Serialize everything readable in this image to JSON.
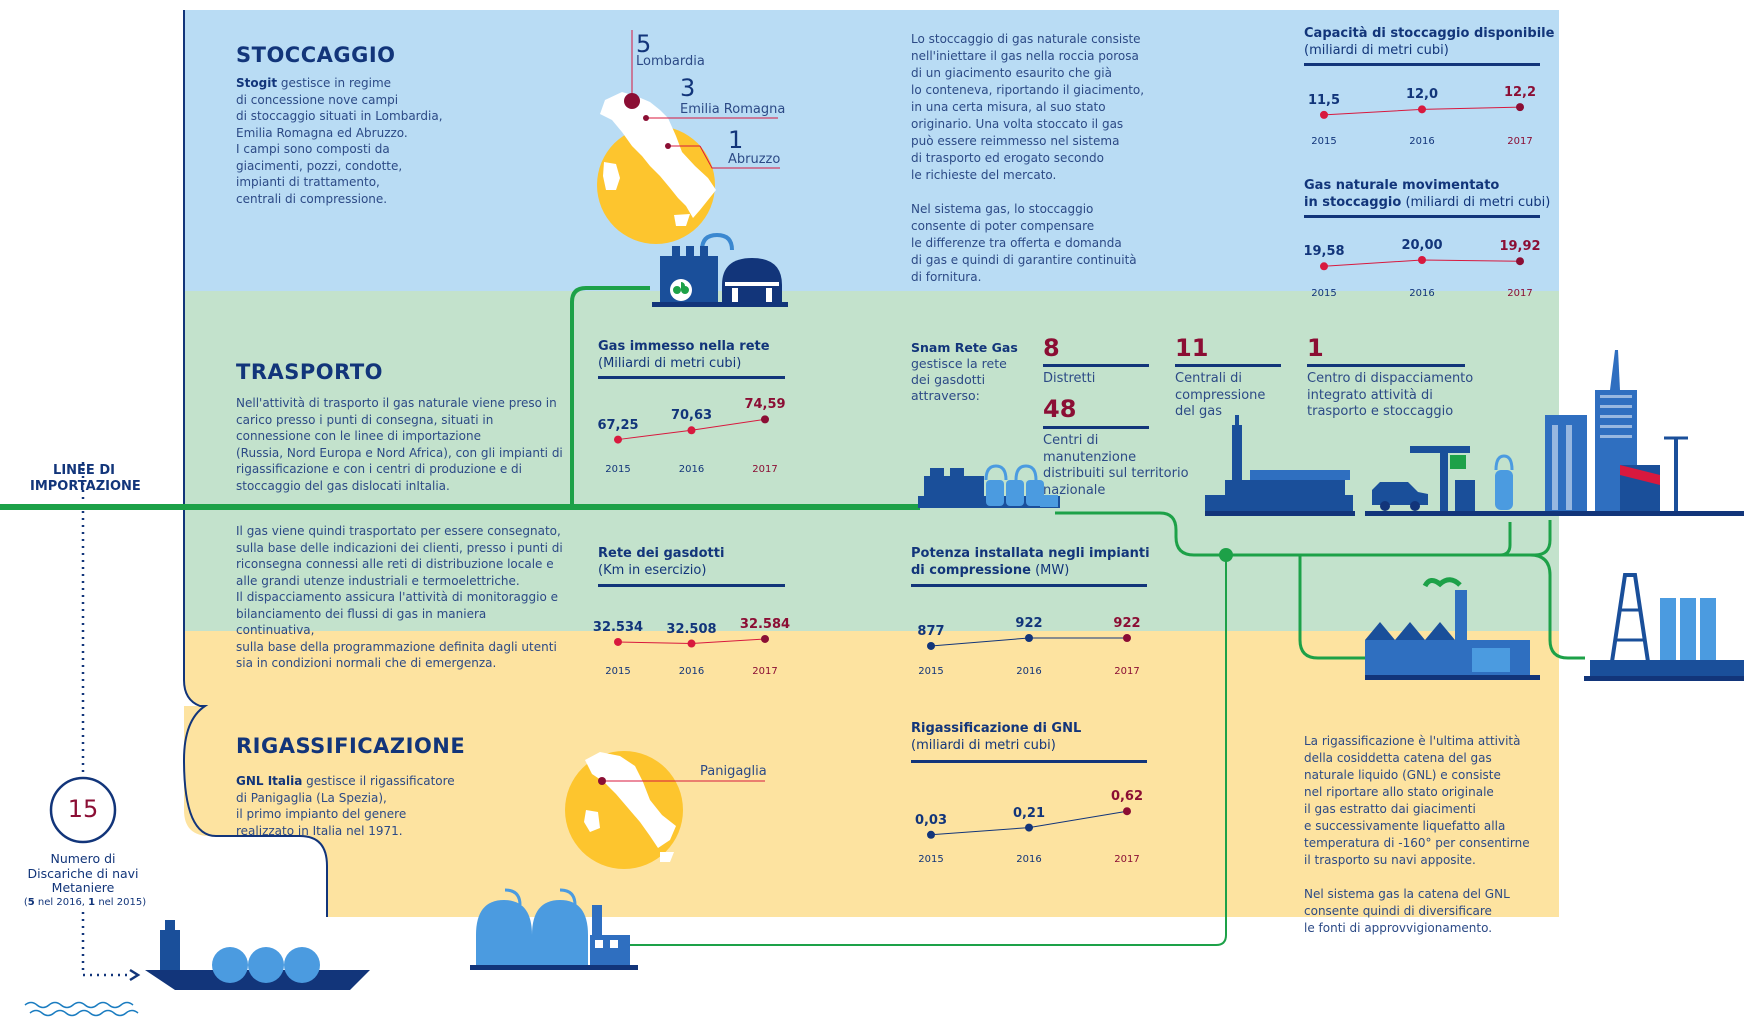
{
  "colors": {
    "stoccaggio_bg": "#b9dcf4",
    "trasporto_bg": "#c3e2cc",
    "rigass_bg": "#fde3a0",
    "navy": "#12357a",
    "pipe_green": "#1da148",
    "accent_red": "#8b0e34",
    "italy_sun": "#fdc52e"
  },
  "stoccaggio": {
    "title": "STOCCAGGIO",
    "intro_bold": "Stogit",
    "intro_lines": [
      " gestisce in regime",
      "di concessione nove campi",
      "di stoccaggio situati in Lombardia,",
      "Emilia Romagna ed Abruzzo.",
      "I campi sono composti da",
      "giacimenti, pozzi, condotte,",
      "impianti di trattamento,",
      "centrali di compressione."
    ],
    "map": {
      "lombardia_num": "5",
      "lombardia_label": "Lombardia",
      "emilia_num": "3",
      "emilia_label": "Emilia Romagna",
      "abruzzo_num": "1",
      "abruzzo_label": "Abruzzo"
    },
    "description_lines": [
      "Lo stoccaggio di gas naturale consiste",
      "nell'iniettare il gas nella roccia porosa",
      "di un giacimento esaurito che già",
      "lo conteneva, riportando il giacimento,",
      "in una certa misura, al suo stato",
      "originario. Una volta stoccato il gas",
      "può essere reimmesso nel sistema",
      "di trasporto ed erogato secondo",
      "le richieste del mercato.",
      "",
      "Nel sistema gas, lo stoccaggio",
      "consente di poter compensare",
      "le differenze tra offerta e domanda",
      "di gas e quindi di garantire continuità",
      "di fornitura."
    ]
  },
  "trasporto": {
    "title": "TRASPORTO",
    "text1_lines": [
      "Nell'attività di trasporto il gas naturale viene preso in",
      "carico presso i punti di consegna, situati in",
      "connessione con le linee di importazione",
      "(Russia, Nord Europa e Nord Africa), con gli impianti di",
      "rigassificazione e con i centri di produzione e di",
      "stoccaggio del gas dislocati inItalia."
    ],
    "text2_lines": [
      "Il gas viene quindi trasportato per essere consegnato,",
      "sulla base delle indicazioni dei clienti, presso i punti di",
      "riconsegna connessi alle reti di distribuzione locale e",
      "alle grandi utenze industriali e termoelettriche.",
      "Il dispacciamento assicura l'attività di monitoraggio e",
      "bilanciamento dei flussi di gas in maniera continuativa,",
      "sulla base della programmazione definita dagli utenti",
      "sia in condizioni normali che di emergenza."
    ],
    "snam_lines": [
      "Snam Rete Gas",
      "gestisce la rete",
      "dei gasdotti",
      "attraverso:"
    ],
    "stats": [
      {
        "num": "8",
        "label_lines": [
          "Distretti"
        ]
      },
      {
        "num": "48",
        "label_lines": [
          "Centri di",
          "manutenzione",
          "distribuiti sul territorio",
          "nazionale"
        ]
      },
      {
        "num": "11",
        "label_lines": [
          "Centrali di",
          "compressione",
          "del gas"
        ]
      },
      {
        "num": "1",
        "label_lines": [
          "Centro di dispacciamento",
          "integrato attività di",
          "trasporto e stoccaggio"
        ]
      }
    ]
  },
  "rigassificazione": {
    "title": "RIGASSIFICAZIONE",
    "intro_bold": "GNL Italia",
    "intro_lines": [
      " gestisce il rigassificatore",
      "di Panigaglia (La Spezia),",
      "il primo impianto del genere",
      "realizzato in Italia nel 1971."
    ],
    "map_label": "Panigaglia",
    "description_lines": [
      "La rigassificazione è l'ultima attività",
      "della cosiddetta catena del gas",
      "naturale liquido (GNL) e consiste",
      "nel riportare allo stato originale",
      "il gas estratto dai giacimenti",
      "e successivamente liquefatto alla",
      "temperatura di -160° per consentirne",
      "il trasporto su navi apposite.",
      "",
      "Nel sistema gas la catena del GNL",
      "consente quindi di diversificare",
      "le fonti di approvvigionamento."
    ]
  },
  "import": {
    "label_lines": [
      "LINEE DI",
      "IMPORTAZIONE"
    ],
    "ships_num": "15",
    "ships_label_lines": [
      "Numero di",
      "Discariche di navi",
      "Metaniere"
    ],
    "ships_note_prefix": "(",
    "ships_note_b1": "5",
    "ships_note_mid": " nel 2016, ",
    "ships_note_b2": "1",
    "ships_note_suffix": " nel 2015)"
  },
  "chart_data": [
    {
      "type": "line",
      "title_bold": "Capacità di stoccaggio disponibile",
      "title_sub": "(miliardi di metri cubi)",
      "x": [
        "2015",
        "2016",
        "2017"
      ],
      "labels": [
        "11,5",
        "12,0",
        "12,2"
      ],
      "values": [
        11.5,
        12.0,
        12.2
      ],
      "ylim": [
        10.5,
        13.2
      ],
      "marker_colors": [
        "#d8193e",
        "#d8193e",
        "#8b0e34"
      ],
      "line_color": "#d8193e"
    },
    {
      "type": "line",
      "title_bold": "Gas naturale movimentato",
      "title_bold2": "in stoccaggio",
      "title_sub": " (miliardi di metri cubi)",
      "x": [
        "2015",
        "2016",
        "2017"
      ],
      "labels": [
        "19,58",
        "20,00",
        "19,92"
      ],
      "values": [
        19.58,
        20.0,
        19.92
      ],
      "ylim": [
        18.8,
        20.8
      ],
      "marker_colors": [
        "#d8193e",
        "#d8193e",
        "#8b0e34"
      ],
      "line_color": "#d8193e"
    },
    {
      "type": "line",
      "title_bold": "Gas immesso nella rete",
      "title_sub": "(Miliardi di metri cubi)",
      "x": [
        "2015",
        "2016",
        "2017"
      ],
      "labels": [
        "67,25",
        "70,63",
        "74,59"
      ],
      "values": [
        67.25,
        70.63,
        74.59
      ],
      "ylim": [
        62,
        78
      ],
      "marker_colors": [
        "#d8193e",
        "#d8193e",
        "#8b0e34"
      ],
      "line_color": "#d8193e"
    },
    {
      "type": "line",
      "title_bold": "Rete dei gasdotti",
      "title_sub": "(Km in esercizio)",
      "x": [
        "2015",
        "2016",
        "2017"
      ],
      "labels": [
        "32.534",
        "32.508",
        "32.584"
      ],
      "values": [
        32534,
        32508,
        32584
      ],
      "ylim": [
        32300,
        32800
      ],
      "marker_colors": [
        "#d8193e",
        "#d8193e",
        "#8b0e34"
      ],
      "line_color": "#d8193e"
    },
    {
      "type": "line",
      "title_bold": "Potenza installata negli impianti",
      "title_bold2": "di compressione",
      "title_sub": " (MW)",
      "x": [
        "2015",
        "2016",
        "2017"
      ],
      "labels": [
        "877",
        "922",
        "922"
      ],
      "values": [
        877,
        922,
        922
      ],
      "ylim": [
        820,
        990
      ],
      "marker_colors": [
        "#12357a",
        "#12357a",
        "#8b0e34"
      ],
      "line_color": "#12357a"
    },
    {
      "type": "line",
      "title_bold": "Rigassificazione di GNL",
      "title_sub": "(miliardi di metri cubi)",
      "x": [
        "2015",
        "2016",
        "2017"
      ],
      "labels": [
        "0,03",
        "0,21",
        "0,62"
      ],
      "values": [
        0.03,
        0.21,
        0.62
      ],
      "ylim": [
        -0.2,
        0.9
      ],
      "marker_colors": [
        "#12357a",
        "#12357a",
        "#8b0e34"
      ],
      "line_color": "#12357a"
    }
  ]
}
